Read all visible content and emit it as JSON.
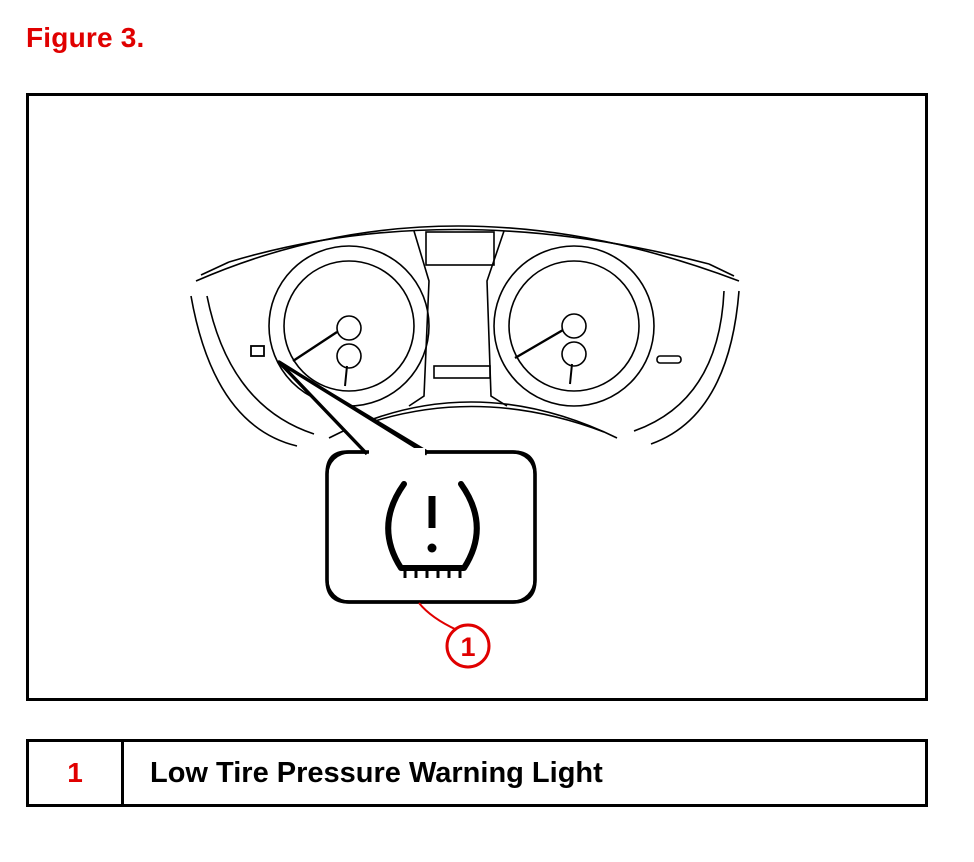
{
  "figure": {
    "title": "Figure 3."
  },
  "callout": {
    "number": "1"
  },
  "legend": {
    "rows": [
      {
        "number": "1",
        "description": "Low Tire Pressure Warning Light"
      }
    ]
  },
  "colors": {
    "accent": "#e00000",
    "line": "#000000"
  },
  "icons": {
    "warning": "tire-pressure-warning-icon"
  }
}
